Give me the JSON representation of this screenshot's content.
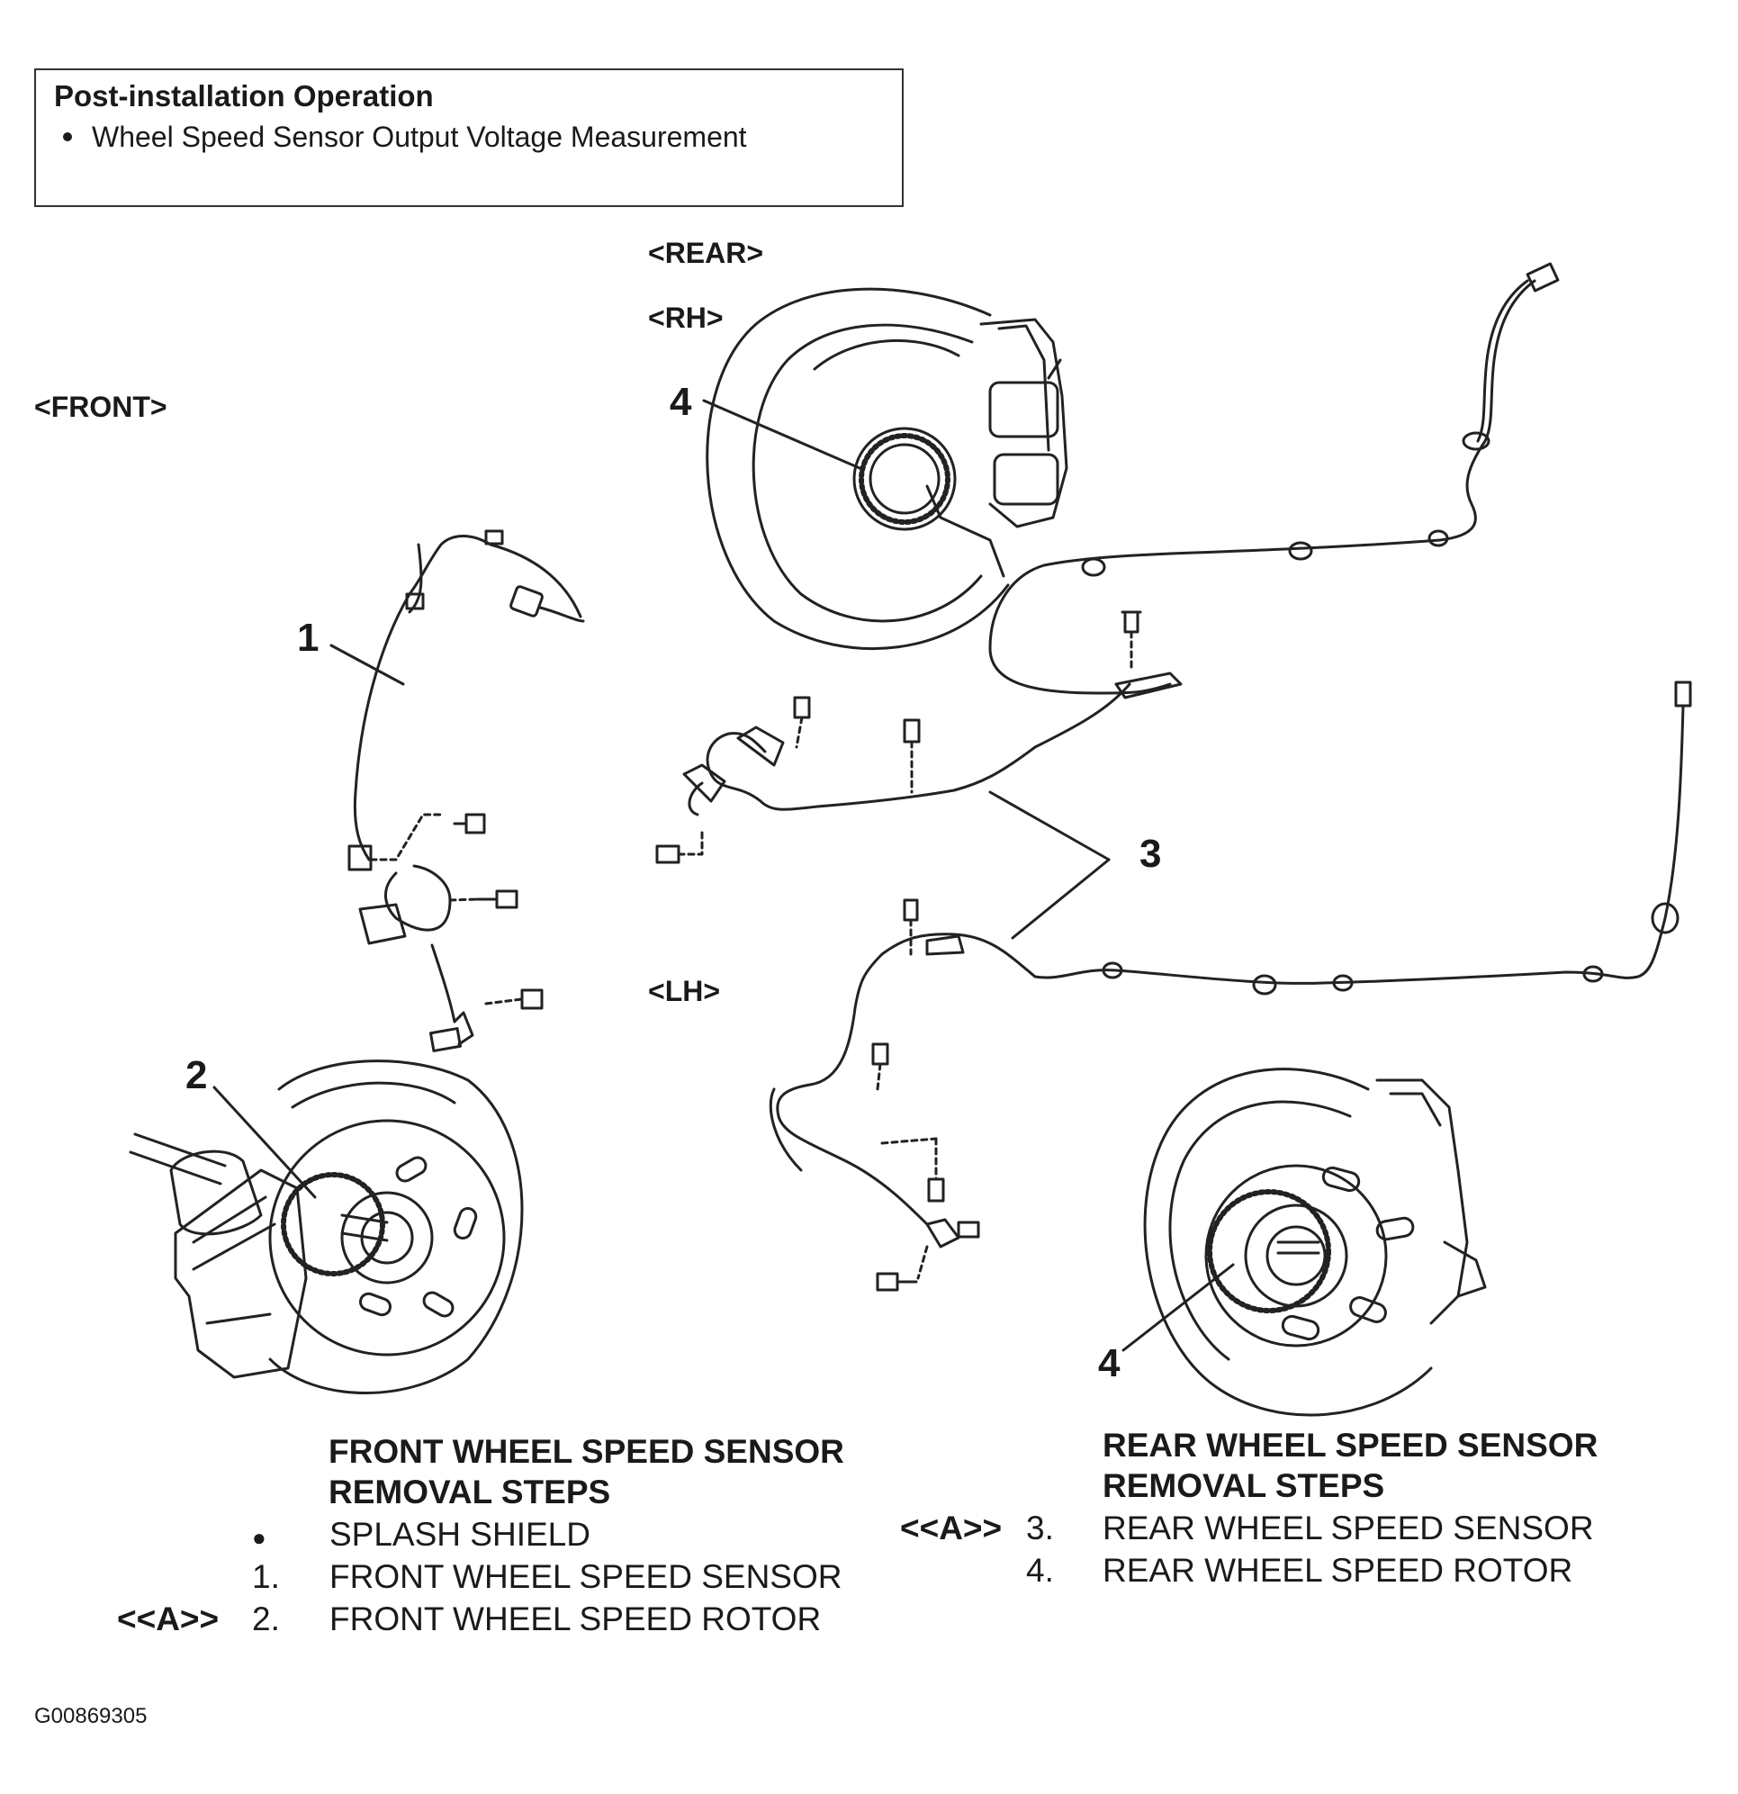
{
  "post_installation": {
    "title": "Post-installation Operation",
    "items": [
      "Wheel Speed Sensor Output Voltage Measurement"
    ]
  },
  "view_labels": {
    "rear": "<REAR>",
    "rh": "<RH>",
    "front": "<FRONT>",
    "lh": "<LH>"
  },
  "callouts": {
    "front_sensor": "1",
    "front_rotor": "2",
    "rear_sensor": "3",
    "rear_rotor_rh": "4",
    "rear_rotor_lh": "4"
  },
  "front_steps": {
    "title_line1": "FRONT WHEEL SPEED SENSOR",
    "title_line2": "REMOVAL STEPS",
    "items": [
      {
        "marker": "",
        "number": "●",
        "text": "SPLASH SHIELD"
      },
      {
        "marker": "",
        "number": "1.",
        "text": "FRONT WHEEL SPEED SENSOR"
      },
      {
        "marker": "<<A>>",
        "number": "2.",
        "text": "FRONT WHEEL SPEED ROTOR"
      }
    ]
  },
  "rear_steps": {
    "title_line1": "REAR WHEEL SPEED SENSOR",
    "title_line2": "REMOVAL STEPS",
    "items": [
      {
        "marker": "<<A>>",
        "number": "3.",
        "text": "REAR WHEEL SPEED SENSOR"
      },
      {
        "marker": "",
        "number": "4.",
        "text": "REAR WHEEL SPEED ROTOR"
      }
    ]
  },
  "figure_code": "G00869305"
}
